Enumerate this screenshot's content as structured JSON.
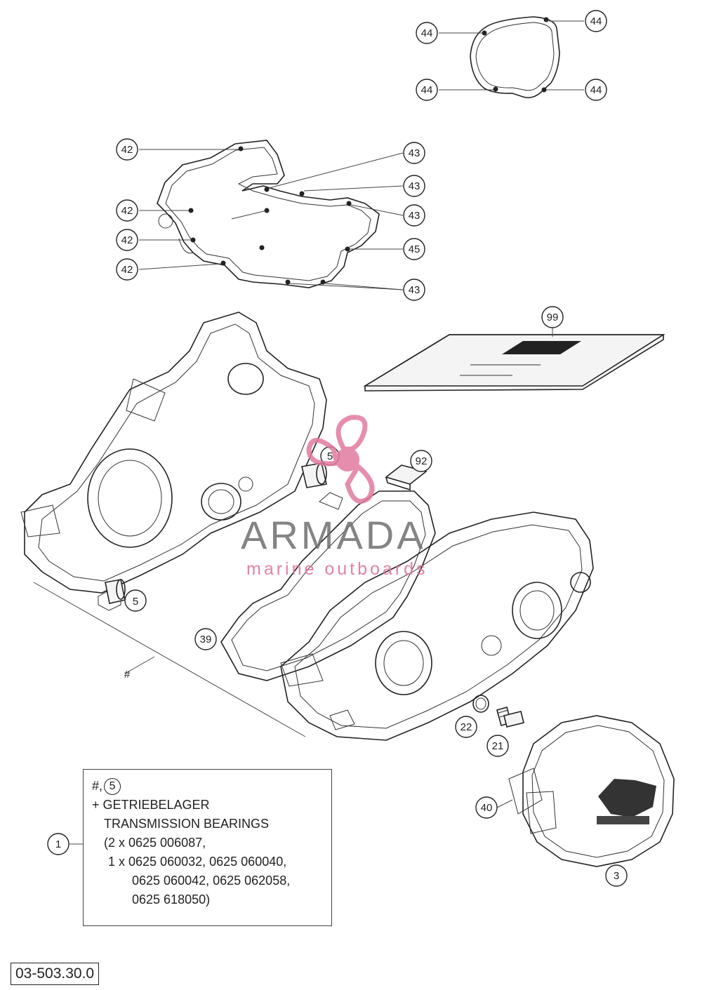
{
  "callouts": {
    "c44": "44",
    "c42": "42",
    "c43": "43",
    "c45": "45",
    "c99": "99",
    "c5": "5",
    "c92": "92",
    "c39": "39",
    "c22": "22",
    "c21": "21",
    "c40": "40",
    "c3": "3",
    "c1": "1"
  },
  "hash_mark": "#",
  "legend": {
    "line1_prefix": "#,",
    "line1_circle": "5",
    "line2": "+ GETRIEBELAGER",
    "line3": "TRANSMISSION BEARINGS",
    "line4": "(2 x 0625 006087,",
    "line5": "1 x 0625 060032, 0625 060040,",
    "line6": "0625 060042, 0625 062058,",
    "line7": "0625 618050)"
  },
  "document_code": "03-503.30.0",
  "watermark": {
    "title": "ARMADA",
    "subtitle": "marine outboards",
    "color_pink": "#e27aa0",
    "color_grey": "#6e6e6e"
  }
}
